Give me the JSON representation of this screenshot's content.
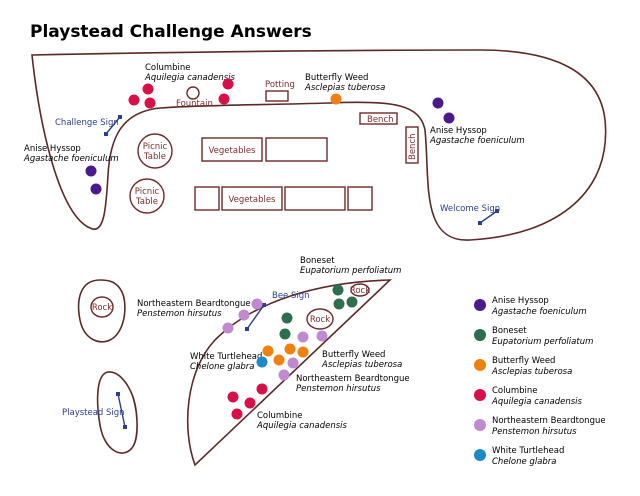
{
  "title": "Playstead Challenge Answers",
  "colors": {
    "anise_hyssop": "#4a1a8c",
    "boneset": "#2e6e4e",
    "butterfly_weed": "#f08010",
    "columbine": "#d8104a",
    "beardtongue": "#c08ad0",
    "turtlehead": "#1c8ac8",
    "outline": "#5a2a26",
    "feature_text": "#7a2e2e",
    "sign_text": "#2c3e8c"
  },
  "features": {
    "fountain": "Fountain",
    "potting": "Potting",
    "bench": "Bench",
    "picnic_table": [
      "Picnic",
      "Table"
    ],
    "vegetables": "Vegetables",
    "rock": "Rock"
  },
  "signs": {
    "challenge": "Challenge Sign",
    "welcome": "Welcome Sign",
    "bee": "Bee Sign",
    "playstead": "Playstead Sign"
  },
  "plants": {
    "columbine": {
      "common": "Columbine",
      "latin": "Aquilegia canadensis"
    },
    "butterfly_weed": {
      "common": "Butterfly Weed",
      "latin": "Asclepias tuberosa"
    },
    "anise_hyssop": {
      "common": "Anise Hyssop",
      "latin": "Agastache foeniculum"
    },
    "boneset": {
      "common": "Boneset",
      "latin": "Eupatorium perfoliatum"
    },
    "beardtongue": {
      "common": "Northeastern Beardtongue",
      "latin": "Penstemon hirsutus"
    },
    "turtlehead": {
      "common": "White Turtlehead",
      "latin": "Chelone glabra"
    }
  },
  "legend": [
    {
      "common": "Anise Hyssop",
      "latin": "Agastache foeniculum",
      "color": "#4a1a8c"
    },
    {
      "common": "Boneset",
      "latin": "Eupatorium perfoliatum",
      "color": "#2e6e4e"
    },
    {
      "common": "Butterfly Weed",
      "latin": "Asclepias tuberosa",
      "color": "#f08010"
    },
    {
      "common": "Columbine",
      "latin": "Aquilegia canadensis",
      "color": "#d8104a"
    },
    {
      "common": "Northeastern Beardtongue",
      "latin": "Penstemon hirsutus",
      "color": "#c08ad0"
    },
    {
      "common": "White Turtlehead",
      "latin": "Chelone glabra",
      "color": "#1c8ac8"
    }
  ]
}
